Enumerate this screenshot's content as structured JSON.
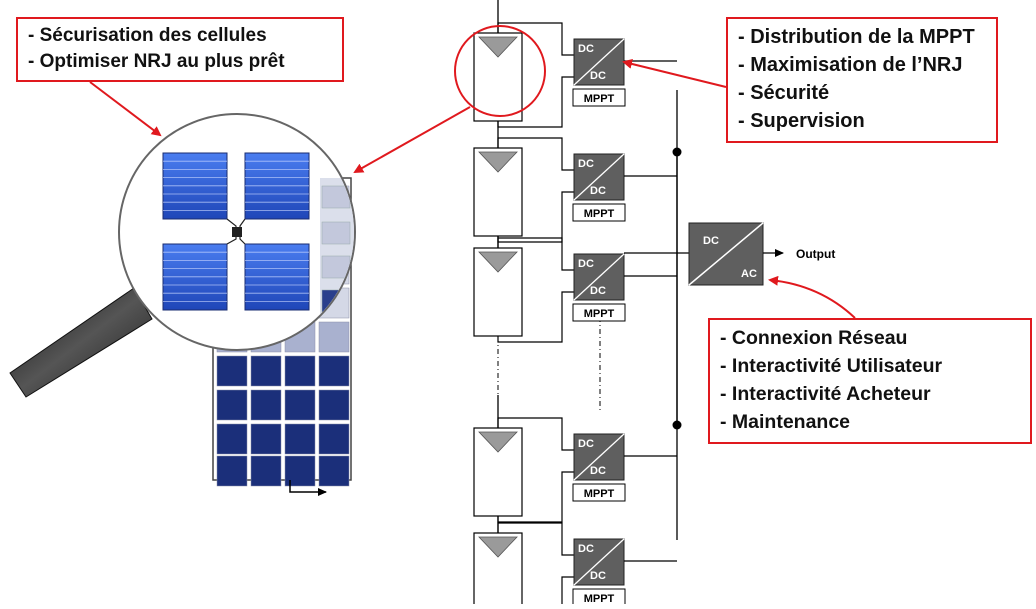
{
  "callouts": {
    "cells": [
      "- Sécurisation des cellules",
      "- Optimiser NRJ  au plus prêt"
    ],
    "mppt": [
      "- Distribution de la MPPT",
      "- Maximisation de l’NRJ",
      "- Sécurité",
      "- Supervision"
    ],
    "inverter": [
      "- Connexion Réseau",
      "- Interactivité Utilisateur",
      "- Interactivité Acheteur",
      "- Maintenance"
    ]
  },
  "converter": {
    "top_label": "DC",
    "bottom_label": "DC",
    "tag": "MPPT"
  },
  "inverter": {
    "top_label": "DC",
    "bottom_label": "AC"
  },
  "output_label": "Output",
  "colors": {
    "callout_border": "#e0191e",
    "arrow": "#e0191e",
    "converter_fill": "#5f5f5f",
    "cell_blue": "#2a5bd7",
    "cell_dark_blue": "#1b2f7a",
    "cell_grey": "#b9bfd6",
    "handle": "#3a3a3a"
  }
}
